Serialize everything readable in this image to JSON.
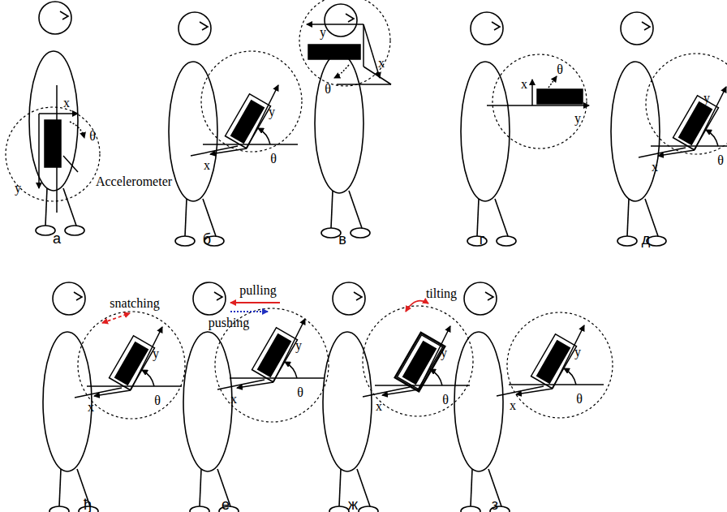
{
  "diagram": {
    "labels": [
      "x",
      "θ",
      "y",
      "Accelerometer",
      "а",
      "y",
      "x",
      "θ",
      "б",
      "y",
      "x",
      "θ",
      "в",
      "θ",
      "x",
      "y",
      "г",
      "y",
      "x",
      "θ",
      "д",
      "snatching",
      "y",
      "x",
      "θ",
      "ђ",
      "pulling",
      "pushing",
      "y",
      "x",
      "θ",
      "е",
      "tilting",
      "y",
      "x",
      "θ",
      "ж",
      "y",
      "x",
      "θ",
      "з"
    ]
  }
}
